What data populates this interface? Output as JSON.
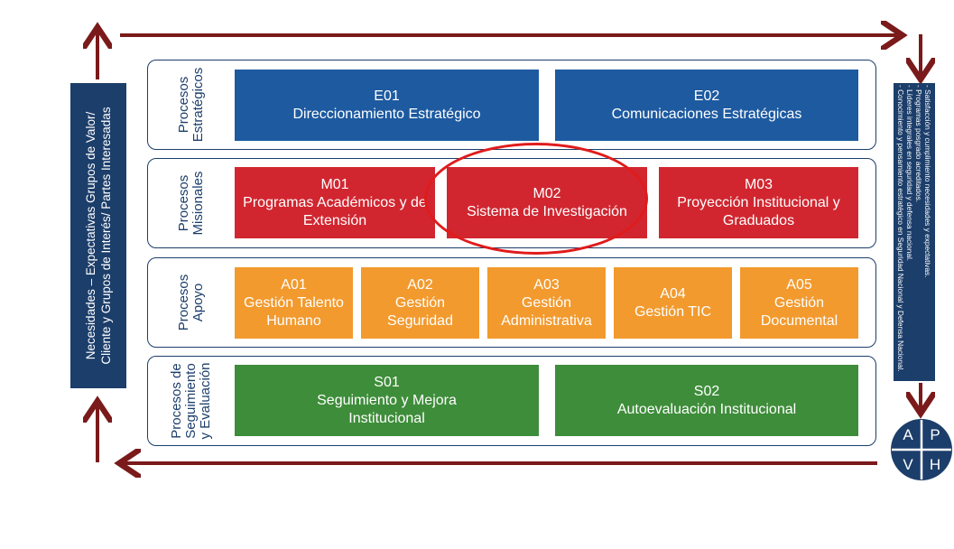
{
  "left_panel": {
    "line1": "Necesidades – Expectativas Grupos de Valor/",
    "line2": "Cliente y Grupos de Interés/ Partes Interesadas"
  },
  "right_panel": {
    "items": [
      "- Satisfacción y cumplimiento necesidades y expectativas.",
      "- Programas posgrado acreditados.",
      "- Líderes integrales en seguridad y defensa nacional.",
      "- Conocimiento y pensamiento estratégico en Seguridad Nacional y Defensa Nacional."
    ]
  },
  "rows": {
    "estrategicos": {
      "label_l1": "Procesos",
      "label_l2": "Estratégicos",
      "boxes": [
        {
          "code": "E01",
          "name1": "Direccionamiento Estratégico",
          "name2": ""
        },
        {
          "code": "E02",
          "name1": "Comunicaciones Estratégicas",
          "name2": ""
        }
      ]
    },
    "misionales": {
      "label_l1": "Procesos",
      "label_l2": "Misionales",
      "boxes": [
        {
          "code": "M01",
          "name1": "Programas Académicos y de",
          "name2": "Extensión"
        },
        {
          "code": "M02",
          "name1": "Sistema de Investigación",
          "name2": ""
        },
        {
          "code": "M03",
          "name1": "Proyección Institucional y",
          "name2": "Graduados"
        }
      ]
    },
    "apoyo": {
      "label_l1": "Procesos",
      "label_l2": "Apoyo",
      "boxes": [
        {
          "code": "A01",
          "name1": "Gestión Talento",
          "name2": "Humano"
        },
        {
          "code": "A02",
          "name1": "Gestión",
          "name2": "Seguridad"
        },
        {
          "code": "A03",
          "name1": "Gestión",
          "name2": "Administrativa"
        },
        {
          "code": "A04",
          "name1": "Gestión TIC",
          "name2": ""
        },
        {
          "code": "A05",
          "name1": "Gestión",
          "name2": "Documental"
        }
      ]
    },
    "seguimiento": {
      "label_l1": "Procesos de",
      "label_l2": "Seguimiento",
      "label_l3": "y Evaluación",
      "boxes": [
        {
          "code": "S01",
          "name1": "Seguimiento y Mejora",
          "name2": "Institucional"
        },
        {
          "code": "S02",
          "name1": "Autoevaluación Institucional",
          "name2": ""
        }
      ]
    }
  },
  "apvh": {
    "a": "A",
    "p": "P",
    "v": "V",
    "h": "H"
  },
  "colors": {
    "navy": "#1c3e6b",
    "arrow": "#7a1a1a",
    "estrategicos": "#1d5aa0",
    "misionales": "#d12630",
    "apoyo": "#f29a2e",
    "seguimiento": "#3e8d3a",
    "highlight": "#e01b1b"
  }
}
